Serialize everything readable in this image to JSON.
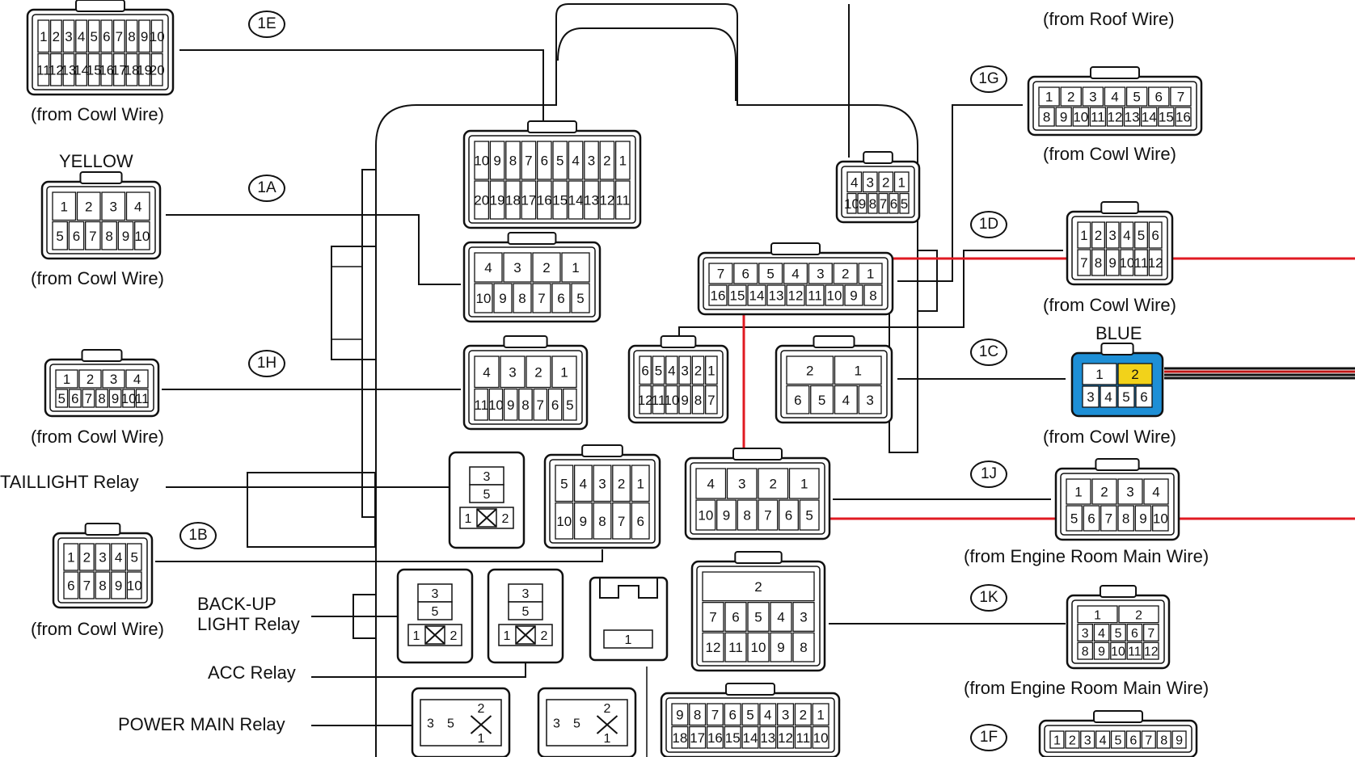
{
  "colors": {
    "highlight": "#e01a22",
    "blue_connector": "#1e8fd6",
    "yellow_pin": "#f2d21a",
    "line": "#111111",
    "wire_black": "#111111",
    "wire_red": "#c01515"
  },
  "connectors": {
    "1E": {
      "code": "1E",
      "caption": "(from Cowl Wire)",
      "rows": [
        [
          "1",
          "2",
          "3",
          "4",
          "5",
          "6",
          "7",
          "8",
          "9",
          "10"
        ],
        [
          "11",
          "12",
          "13",
          "14",
          "15",
          "16",
          "17",
          "18",
          "19",
          "20"
        ]
      ]
    },
    "1A": {
      "code": "1A",
      "color_label": "YELLOW",
      "caption": "(from Cowl Wire)",
      "rows": [
        [
          "1",
          "2",
          "3",
          "4"
        ],
        [
          "5",
          "6",
          "7",
          "8",
          "9",
          "10"
        ]
      ]
    },
    "1H": {
      "code": "1H",
      "caption": "(from Cowl Wire)",
      "rows": [
        [
          "1",
          "2",
          "3",
          "4"
        ],
        [
          "5",
          "6",
          "7",
          "8",
          "9",
          "10",
          "11"
        ]
      ]
    },
    "1B": {
      "code": "1B",
      "caption": "(from Cowl Wire)",
      "rows": [
        [
          "1",
          "2",
          "3",
          "4",
          "5"
        ],
        [
          "6",
          "7",
          "8",
          "9",
          "10"
        ]
      ]
    },
    "1G": {
      "code": "1G",
      "caption": "(from Cowl Wire)",
      "rows": [
        [
          "1",
          "2",
          "3",
          "4",
          "5",
          "6",
          "7"
        ],
        [
          "8",
          "9",
          "10",
          "11",
          "12",
          "13",
          "14",
          "15",
          "16"
        ]
      ]
    },
    "1D": {
      "code": "1D",
      "caption": "(from Cowl Wire)",
      "rows": [
        [
          "1",
          "2",
          "3",
          "4",
          "5",
          "6"
        ],
        [
          "7",
          "8",
          "9",
          "10",
          "11",
          "12"
        ]
      ]
    },
    "1C": {
      "code": "1C",
      "color_label": "BLUE",
      "caption": "(from Cowl Wire)",
      "rows": [
        [
          "1",
          "2"
        ],
        [
          "3",
          "4",
          "5",
          "6"
        ]
      ]
    },
    "1J": {
      "code": "1J",
      "caption": "(from Engine Room Main Wire)",
      "rows": [
        [
          "1",
          "2",
          "3",
          "4"
        ],
        [
          "5",
          "6",
          "7",
          "8",
          "9",
          "10"
        ]
      ]
    },
    "1K": {
      "code": "1K",
      "caption": "(from Engine Room Main Wire)",
      "rows": [
        [
          "1",
          "2"
        ],
        [
          "3",
          "4",
          "5",
          "6",
          "7"
        ],
        [
          "8",
          "9",
          "10",
          "11",
          "12"
        ]
      ]
    },
    "1F": {
      "code": "1F",
      "rows": [
        [
          "1",
          "2",
          "3",
          "4",
          "5",
          "6",
          "7",
          "8",
          "9"
        ]
      ]
    },
    "top_right": {
      "caption": "(from Roof Wire)"
    }
  },
  "relays": {
    "taillight": "TAILLIGHT Relay",
    "backup_line1": "BACK-UP",
    "backup_line2": "LIGHT Relay",
    "acc": "ACC Relay",
    "power_main": "POWER MAIN Relay"
  },
  "box_sockets": [
    {
      "rows": [
        [
          "10",
          "9",
          "8",
          "7",
          "6",
          "5",
          "4",
          "3",
          "2",
          "1"
        ],
        [
          "20",
          "19",
          "18",
          "17",
          "16",
          "15",
          "14",
          "13",
          "12",
          "11"
        ]
      ]
    },
    {
      "rows": [
        [
          "4",
          "3",
          "2",
          "1"
        ],
        [
          "10",
          "9",
          "8",
          "7",
          "6",
          "5"
        ]
      ]
    },
    {
      "rows": [
        [
          "4",
          "3",
          "2",
          "1"
        ],
        [
          "10",
          "9",
          "8",
          "7",
          "6",
          "5"
        ]
      ]
    },
    {
      "rows": [
        [
          "7",
          "6",
          "5",
          "4",
          "3",
          "2",
          "1"
        ],
        [
          "16",
          "15",
          "14",
          "13",
          "12",
          "11",
          "10",
          "9",
          "8"
        ]
      ]
    },
    {
      "rows": [
        [
          "4",
          "3",
          "2",
          "1"
        ],
        [
          "11",
          "10",
          "9",
          "8",
          "7",
          "6",
          "5"
        ]
      ]
    },
    {
      "rows": [
        [
          "6",
          "5",
          "4",
          "3",
          "2",
          "1"
        ],
        [
          "12",
          "11",
          "10",
          "9",
          "8",
          "7"
        ]
      ]
    },
    {
      "rows": [
        [
          "2",
          "1"
        ],
        [
          "6",
          "5",
          "4",
          "3"
        ]
      ]
    },
    {
      "rows": [
        [
          "5",
          "4",
          "3",
          "2",
          "1"
        ],
        [
          "10",
          "9",
          "8",
          "7",
          "6"
        ]
      ]
    },
    {
      "rows": [
        [
          "4",
          "3",
          "2",
          "1"
        ],
        [
          "10",
          "9",
          "8",
          "7",
          "6",
          "5"
        ]
      ]
    },
    {
      "rows": [
        [
          "2"
        ],
        [
          "7",
          "6",
          "5",
          "4",
          "3"
        ],
        [
          "12",
          "11",
          "10",
          "9",
          "8"
        ]
      ]
    },
    {
      "rows": [
        [
          "9",
          "8",
          "7",
          "6",
          "5",
          "4",
          "3",
          "2",
          "1"
        ],
        [
          "18",
          "17",
          "16",
          "15",
          "14",
          "13",
          "12",
          "11",
          "10"
        ]
      ]
    }
  ],
  "relay_sockets": [
    {
      "pins": [
        "3",
        "5",
        "1",
        "2"
      ]
    },
    {
      "pins": [
        "3",
        "5",
        "1",
        "2"
      ]
    },
    {
      "pins": [
        "3",
        "5",
        "1",
        "2"
      ]
    },
    {
      "pins": [
        "3",
        "5",
        "2",
        "1"
      ]
    },
    {
      "pins": [
        "3",
        "5",
        "2",
        "1"
      ]
    }
  ],
  "fuse_socket_label": "1"
}
